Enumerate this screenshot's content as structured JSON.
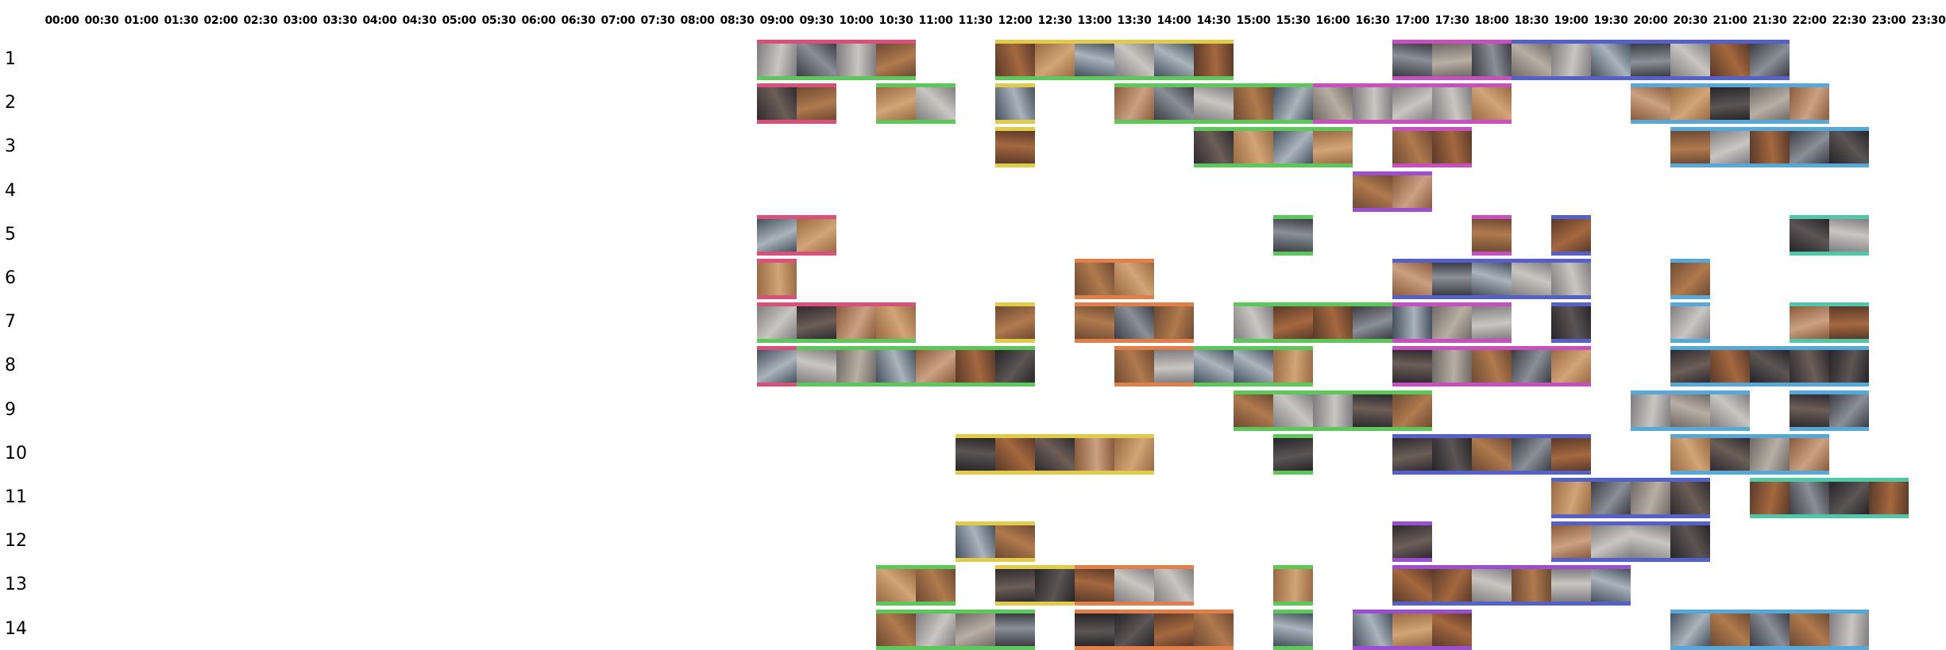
{
  "time_labels": [
    "00:00",
    "00:30",
    "01:00",
    "01:30",
    "02:00",
    "02:30",
    "03:00",
    "03:30",
    "04:00",
    "04:30",
    "05:00",
    "05:30",
    "06:00",
    "06:30",
    "07:00",
    "07:30",
    "08:00",
    "08:30",
    "09:00",
    "09:30",
    "10:00",
    "10:30",
    "11:00",
    "11:30",
    "12:00",
    "12:30",
    "13:00",
    "13:30",
    "14:00",
    "14:30",
    "15:00",
    "15:30",
    "16:00",
    "16:30",
    "17:00",
    "17:30",
    "18:00",
    "18:30",
    "19:00",
    "19:30",
    "20:00",
    "20:30",
    "21:00",
    "21:30",
    "22:00",
    "22:30",
    "23:00",
    "23:30"
  ],
  "colors": {
    "pink": "#d9507a",
    "green": "#5cc85a",
    "yellow": "#e0cc4a",
    "magenta": "#c84fbf",
    "blue": "#5560c8",
    "sky": "#55a8d8",
    "orange": "#e07f4a",
    "purple": "#9b4fd0",
    "teal": "#4fc8a8"
  },
  "rows": [
    {
      "label": "1",
      "segments": [
        {
          "start": "09:00",
          "end": "11:00",
          "top": "pink",
          "bottom": "green"
        },
        {
          "start": "12:00",
          "end": "15:00",
          "top": "yellow",
          "bottom": "green"
        },
        {
          "start": "17:00",
          "end": "18:30",
          "top": "magenta",
          "bottom": "magenta"
        },
        {
          "start": "18:30",
          "end": "22:00",
          "top": "blue",
          "bottom": "blue"
        }
      ]
    },
    {
      "label": "2",
      "segments": [
        {
          "start": "09:00",
          "end": "10:00",
          "top": "pink",
          "bottom": "pink"
        },
        {
          "start": "10:30",
          "end": "11:30",
          "top": "green",
          "bottom": "green"
        },
        {
          "start": "12:00",
          "end": "12:30",
          "top": "yellow",
          "bottom": "yellow"
        },
        {
          "start": "13:30",
          "end": "16:00",
          "top": "green",
          "bottom": "green"
        },
        {
          "start": "16:00",
          "end": "18:30",
          "top": "magenta",
          "bottom": "magenta"
        },
        {
          "start": "20:00",
          "end": "22:30",
          "top": "sky",
          "bottom": "sky"
        }
      ]
    },
    {
      "label": "3",
      "segments": [
        {
          "start": "12:00",
          "end": "12:30",
          "top": "yellow",
          "bottom": "yellow"
        },
        {
          "start": "14:30",
          "end": "16:30",
          "top": "green",
          "bottom": "green"
        },
        {
          "start": "17:00",
          "end": "18:00",
          "top": "magenta",
          "bottom": "magenta"
        },
        {
          "start": "20:30",
          "end": "23:00",
          "top": "sky",
          "bottom": "sky"
        }
      ]
    },
    {
      "label": "4",
      "segments": [
        {
          "start": "16:30",
          "end": "17:30",
          "top": "purple",
          "bottom": "purple"
        }
      ]
    },
    {
      "label": "5",
      "segments": [
        {
          "start": "09:00",
          "end": "10:00",
          "top": "pink",
          "bottom": "pink"
        },
        {
          "start": "15:30",
          "end": "16:00",
          "top": "green",
          "bottom": "green"
        },
        {
          "start": "18:00",
          "end": "18:30",
          "top": "magenta",
          "bottom": "magenta"
        },
        {
          "start": "19:00",
          "end": "19:30",
          "top": "blue",
          "bottom": "blue"
        },
        {
          "start": "22:00",
          "end": "23:00",
          "top": "teal",
          "bottom": "teal"
        }
      ]
    },
    {
      "label": "6",
      "segments": [
        {
          "start": "09:00",
          "end": "09:30",
          "top": "pink",
          "bottom": "pink"
        },
        {
          "start": "13:00",
          "end": "14:00",
          "top": "orange",
          "bottom": "orange"
        },
        {
          "start": "17:00",
          "end": "19:30",
          "top": "blue",
          "bottom": "blue"
        },
        {
          "start": "20:30",
          "end": "21:00",
          "top": "sky",
          "bottom": "sky"
        }
      ]
    },
    {
      "label": "7",
      "segments": [
        {
          "start": "09:00",
          "end": "11:00",
          "top": "pink",
          "bottom": "green"
        },
        {
          "start": "12:00",
          "end": "12:30",
          "top": "yellow",
          "bottom": "yellow"
        },
        {
          "start": "13:00",
          "end": "14:30",
          "top": "orange",
          "bottom": "orange"
        },
        {
          "start": "15:00",
          "end": "17:00",
          "top": "green",
          "bottom": "green"
        },
        {
          "start": "17:00",
          "end": "18:30",
          "top": "magenta",
          "bottom": "magenta"
        },
        {
          "start": "19:00",
          "end": "19:30",
          "top": "blue",
          "bottom": "blue"
        },
        {
          "start": "20:30",
          "end": "21:00",
          "top": "sky",
          "bottom": "sky"
        },
        {
          "start": "22:00",
          "end": "23:00",
          "top": "teal",
          "bottom": "teal"
        }
      ]
    },
    {
      "label": "8",
      "segments": [
        {
          "start": "09:00",
          "end": "09:30",
          "top": "pink",
          "bottom": "pink"
        },
        {
          "start": "09:30",
          "end": "12:30",
          "top": "green",
          "bottom": "green"
        },
        {
          "start": "13:30",
          "end": "14:30",
          "top": "orange",
          "bottom": "orange"
        },
        {
          "start": "14:30",
          "end": "16:00",
          "top": "green",
          "bottom": "green"
        },
        {
          "start": "17:00",
          "end": "19:30",
          "top": "magenta",
          "bottom": "magenta"
        },
        {
          "start": "20:30",
          "end": "23:00",
          "top": "sky",
          "bottom": "sky"
        }
      ]
    },
    {
      "label": "9",
      "segments": [
        {
          "start": "15:00",
          "end": "17:30",
          "top": "green",
          "bottom": "green"
        },
        {
          "start": "20:00",
          "end": "21:30",
          "top": "sky",
          "bottom": "sky"
        },
        {
          "start": "22:00",
          "end": "23:00",
          "top": "sky",
          "bottom": "sky"
        }
      ]
    },
    {
      "label": "10",
      "segments": [
        {
          "start": "11:30",
          "end": "14:00",
          "top": "yellow",
          "bottom": "yellow"
        },
        {
          "start": "15:30",
          "end": "16:00",
          "top": "green",
          "bottom": "green"
        },
        {
          "start": "17:00",
          "end": "19:30",
          "top": "blue",
          "bottom": "blue"
        },
        {
          "start": "20:30",
          "end": "22:30",
          "top": "sky",
          "bottom": "sky"
        }
      ]
    },
    {
      "label": "11",
      "segments": [
        {
          "start": "19:00",
          "end": "21:00",
          "top": "blue",
          "bottom": "blue"
        },
        {
          "start": "21:30",
          "end": "23:30",
          "top": "teal",
          "bottom": "teal"
        }
      ]
    },
    {
      "label": "12",
      "segments": [
        {
          "start": "11:30",
          "end": "12:30",
          "top": "yellow",
          "bottom": "yellow"
        },
        {
          "start": "17:00",
          "end": "17:30",
          "top": "purple",
          "bottom": "purple"
        },
        {
          "start": "19:00",
          "end": "21:00",
          "top": "blue",
          "bottom": "blue"
        }
      ]
    },
    {
      "label": "13",
      "segments": [
        {
          "start": "10:30",
          "end": "11:30",
          "top": "green",
          "bottom": "green"
        },
        {
          "start": "12:00",
          "end": "13:00",
          "top": "yellow",
          "bottom": "yellow"
        },
        {
          "start": "13:00",
          "end": "14:30",
          "top": "orange",
          "bottom": "orange"
        },
        {
          "start": "15:30",
          "end": "16:00",
          "top": "green",
          "bottom": "green"
        },
        {
          "start": "17:00",
          "end": "20:00",
          "top": "purple",
          "bottom": "blue"
        }
      ]
    },
    {
      "label": "14",
      "segments": [
        {
          "start": "10:30",
          "end": "12:30",
          "top": "green",
          "bottom": "green"
        },
        {
          "start": "13:00",
          "end": "15:00",
          "top": "orange",
          "bottom": "orange"
        },
        {
          "start": "15:30",
          "end": "16:00",
          "top": "green",
          "bottom": "green"
        },
        {
          "start": "16:30",
          "end": "18:00",
          "top": "purple",
          "bottom": "purple"
        },
        {
          "start": "20:30",
          "end": "23:00",
          "top": "sky",
          "bottom": "sky"
        }
      ]
    }
  ]
}
